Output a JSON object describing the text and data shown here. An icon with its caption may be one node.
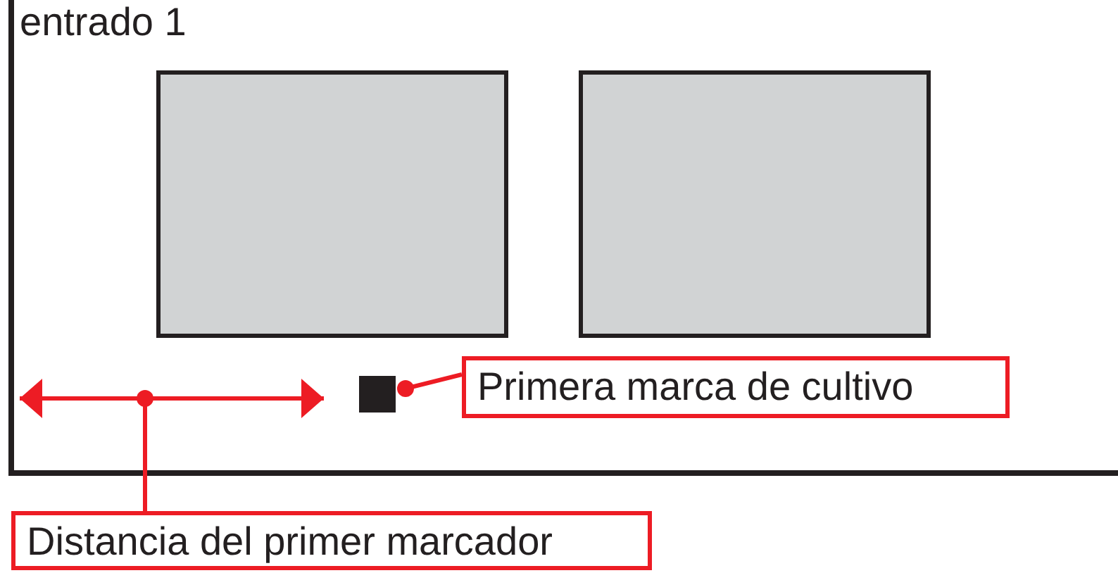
{
  "diagram": {
    "nodes": [
      {
        "text": [],
        "shape": "box"
      },
      {
        "text": [],
        "shape": "box"
      },
      {
        "text": [],
        "shape": "box"
      },
      {
        "text": [
          "Primera marca de cultivo"
        ]
      },
      {
        "text": [
          "Distancia del primer marcador"
        ]
      }
    ],
    "edges": [
      {
        "from": 3,
        "to": 2,
        "arrow": "other",
        "color": "#ed1c24"
      },
      {
        "from": 4,
        "to": null,
        "arrow": "other",
        "color": "#ed1c24"
      }
    ],
    "labels": [
      "entrado 1"
    ]
  }
}
